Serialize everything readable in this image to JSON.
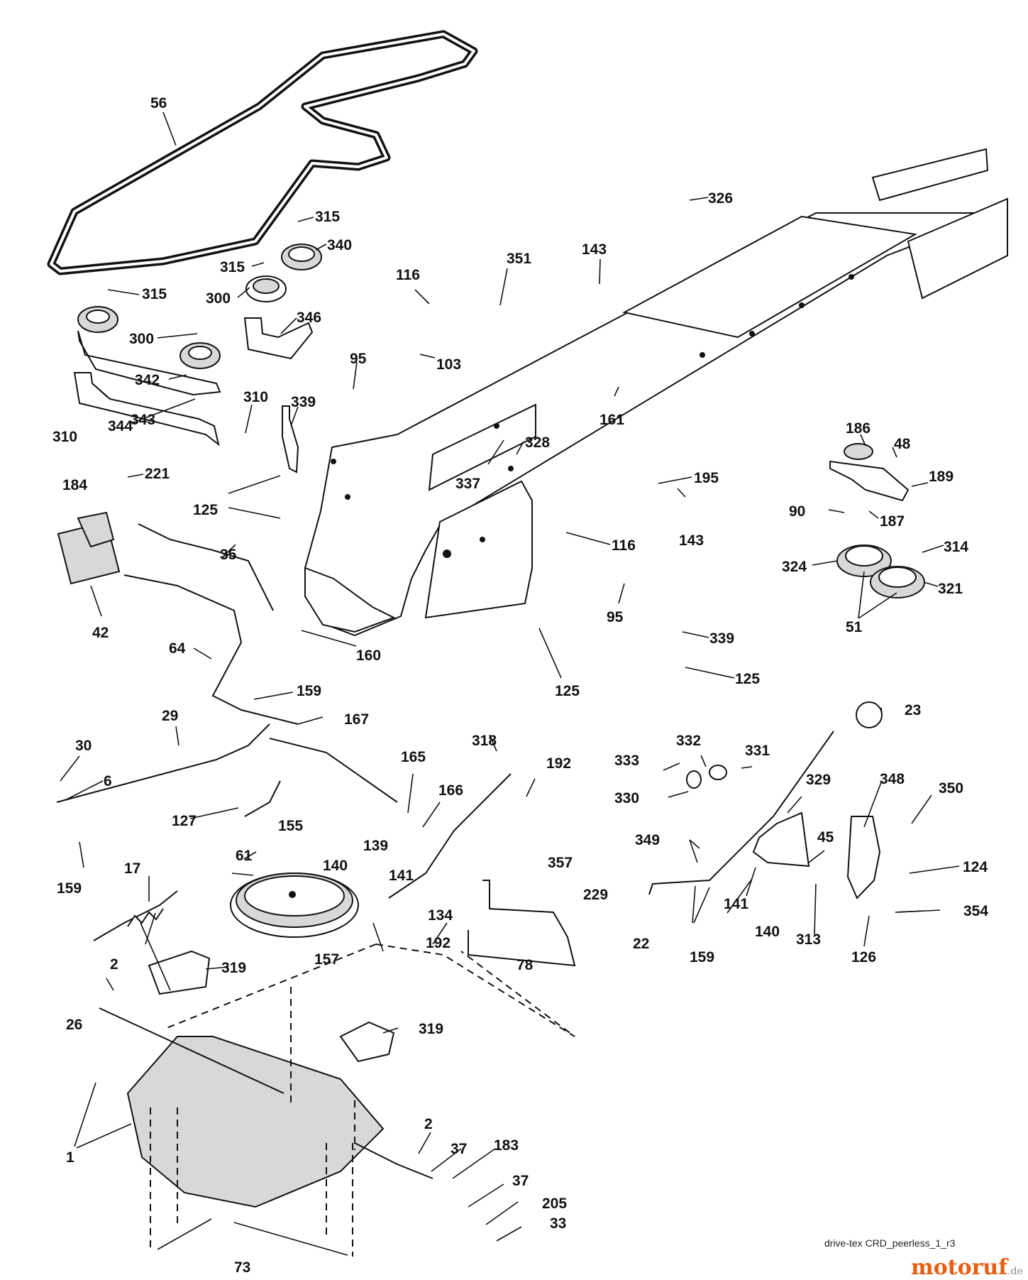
{
  "diagram": {
    "code": "drive-tex CRD_peerless_1_r3",
    "watermark": {
      "name": "motoruf",
      "tld": ".de"
    },
    "callouts": [
      "56",
      "315",
      "340",
      "315",
      "300",
      "315",
      "300",
      "342",
      "346",
      "343",
      "310",
      "344",
      "310",
      "339",
      "95",
      "116",
      "351",
      "103",
      "143",
      "326",
      "161",
      "337",
      "328",
      "184",
      "221",
      "125",
      "35",
      "42",
      "116",
      "143",
      "195",
      "95",
      "186",
      "48",
      "189",
      "90",
      "187",
      "314",
      "324",
      "321",
      "51",
      "160",
      "64",
      "159",
      "339",
      "125",
      "125",
      "167",
      "29",
      "30",
      "6",
      "165",
      "166",
      "127",
      "159",
      "318",
      "192",
      "23",
      "333",
      "332",
      "331",
      "330",
      "329",
      "348",
      "350",
      "45",
      "349",
      "124",
      "61",
      "155",
      "17",
      "139",
      "140",
      "141",
      "134",
      "192",
      "157",
      "229",
      "78",
      "357",
      "22",
      "159",
      "141",
      "140",
      "313",
      "126",
      "354",
      "2",
      "319",
      "26",
      "319",
      "1",
      "2",
      "37",
      "183",
      "37",
      "205",
      "33",
      "73"
    ]
  }
}
